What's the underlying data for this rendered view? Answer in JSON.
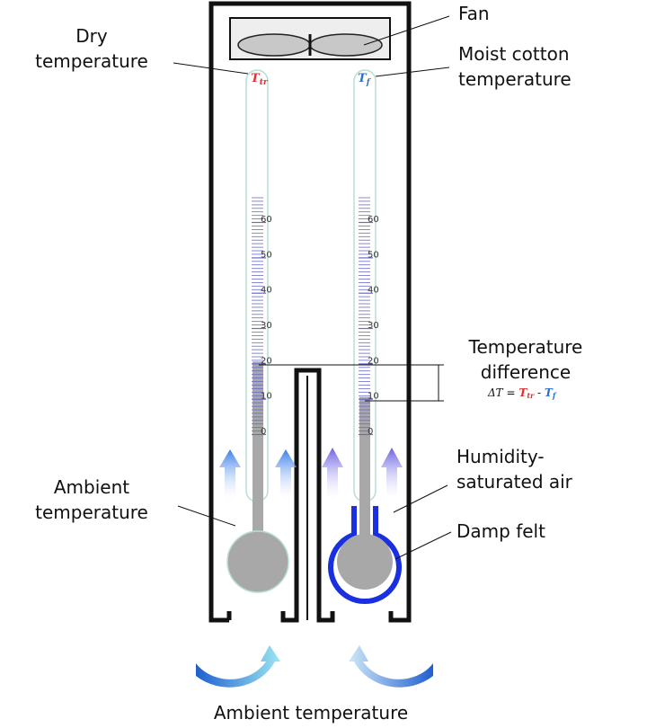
{
  "labels": {
    "fan": "Fan",
    "dry_line1": "Dry",
    "dry_line2": "temperature",
    "moist_line1": "Moist cotton",
    "moist_line2": "temperature",
    "diff_line1": "Temperature",
    "diff_line2": "difference",
    "humid_line1": "Humidity-",
    "humid_line2": "saturated air",
    "felt": "Damp felt",
    "ambient_line1": "Ambient",
    "ambient_line2": "temperature",
    "ambient_bottom": "Ambient temperature"
  },
  "symbols": {
    "dry": {
      "main": "T",
      "sub": "tr"
    },
    "wet": {
      "main": "T",
      "sub": "f"
    },
    "delta": "ΔT ="
  },
  "scale_labels": [
    "0",
    "10",
    "20",
    "30",
    "40",
    "50",
    "60"
  ],
  "readings": {
    "dry": 20,
    "wet": 10
  },
  "colors": {
    "frame": "#111111",
    "dry_symbol": "#e03030",
    "wet_symbol": "#2a6fd0",
    "felt": "#1a2fe0",
    "mercury": "#a8a8a8",
    "tube_outline": "#b9ddd4",
    "scale": "#6a6ac8",
    "arrow_blue": "#3a7ee8",
    "arrow_purple": "#6a60e0",
    "curve_dark": "#1f6fd8",
    "curve_light": "#8fe0f0"
  }
}
